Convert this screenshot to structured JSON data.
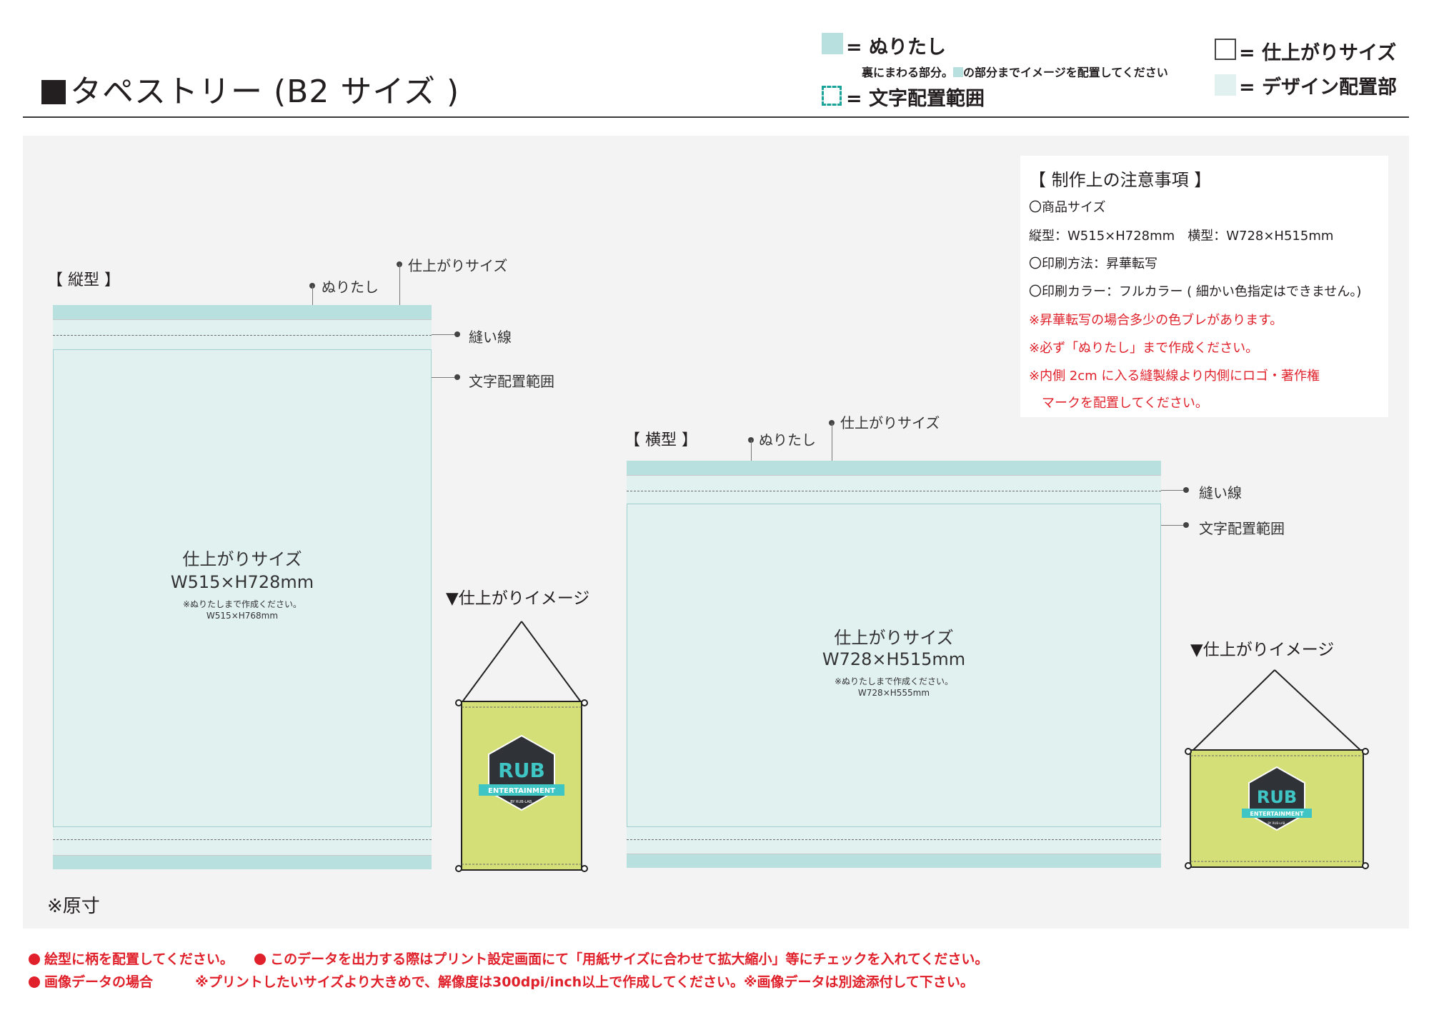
{
  "header": {
    "title": "タペストリー (B2 サイズ )",
    "legend": {
      "bleed": "= ぬりたし",
      "bleed_note_a": "裏にまわる部分。",
      "bleed_note_b": "の部分までイメージを配置してください",
      "text_area": "= 文字配置範囲",
      "finish_size": "= 仕上がりサイズ",
      "design_area": "= デザイン配置部"
    }
  },
  "colors": {
    "bleed": "#b8e0de",
    "design": "#e1f1f0",
    "dashed": "#1aa39a",
    "yellow": "#d4e077",
    "dark": "#2f3237",
    "teal": "#3fc5c4",
    "red": "#e0202a"
  },
  "vertical": {
    "heading": "【 縦型 】",
    "bleed_label": "ぬりたし",
    "finish_label": "仕上がりサイズ",
    "seam_label": "縫い線",
    "text_label": "文字配置範囲",
    "center_title": "仕上がりサイズ",
    "center_size": "W515×H728mm",
    "center_note": "※ぬりたしまで作成ください。",
    "center_size2": "W515×H768mm",
    "image_title": "▼仕上がりイメージ"
  },
  "horizontal": {
    "heading": "【 横型 】",
    "bleed_label": "ぬりたし",
    "finish_label": "仕上がりサイズ",
    "seam_label": "縫い線",
    "text_label": "文字配置範囲",
    "center_title": "仕上がりサイズ",
    "center_size": "W728×H515mm",
    "center_note": "※ぬりたしまで作成ください。",
    "center_size2": "W728×H555mm",
    "image_title": "▼仕上がりイメージ"
  },
  "logo": {
    "top": "RUB",
    "band": "ENTERTAINMENT",
    "sub": "BY RUB-LAB."
  },
  "notes": {
    "title": "【 制作上の注意事項 】",
    "lines": [
      "〇商品サイズ",
      "縦型：W515×H728mm　横型：W728×H515mm",
      "〇印刷方法：昇華転写",
      "〇印刷カラー：フルカラー ( 細かい色指定はできません。)"
    ],
    "warnings": [
      "※昇華転写の場合多少の色ブレがあります。",
      "※必ず「ぬりたし」まで作成ください。",
      "※内側 2cm に入る縫製線より内側にロゴ・著作権",
      "　マークを配置してください。"
    ]
  },
  "scale_note": "※原寸",
  "footer": {
    "line1a": "絵型に柄を配置してください。",
    "line1b": "このデータを出力する際はプリント設定画面にて「用紙サイズに合わせて拡大縮小」等にチェックを入れてください。",
    "line2a": "画像データの場合",
    "line2b": "※プリントしたいサイズより大きめで、解像度は300dpi/inch以上で作成してください。※画像データは別途添付して下さい。"
  }
}
